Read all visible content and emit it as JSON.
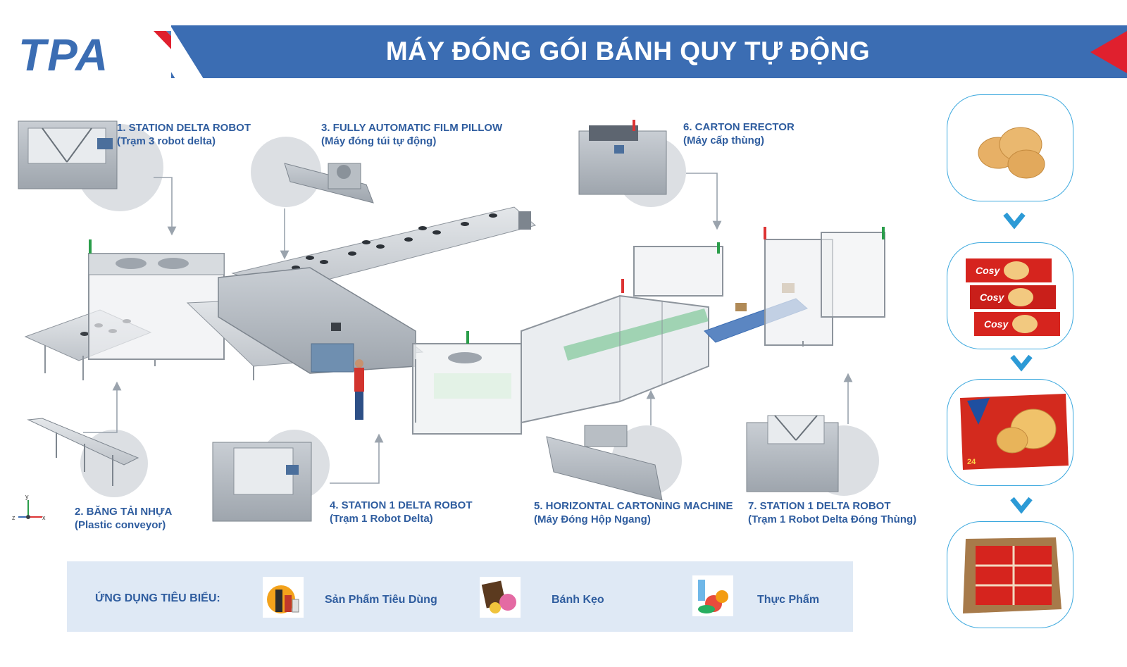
{
  "header": {
    "brand": "TPA",
    "title": "MÁY ĐÓNG GÓI BÁNH QUY TỰ ĐỘNG"
  },
  "stations": [
    {
      "en": "1. STATION DELTA ROBOT",
      "vi": "(Trạm 3 robot delta)"
    },
    {
      "en": "2. BĂNG TẢI NHỰA",
      "vi": "(Plastic conveyor)"
    },
    {
      "en": "3. FULLY AUTOMATIC FILM PILLOW",
      "vi": "(Máy đóng túi tự động)"
    },
    {
      "en": "4. STATION 1 DELTA ROBOT",
      "vi": "(Trạm 1 Robot Delta)"
    },
    {
      "en": "5. HORIZONTAL CARTONING MACHINE",
      "vi": "(Máy Đóng Hộp Ngang)"
    },
    {
      "en": "6. CARTON ERECTOR",
      "vi": "(Máy cấp thùng)"
    },
    {
      "en": "7. STATION 1 DELTA ROBOT",
      "vi": "(Trạm 1 Robot Delta Đóng Thùng)"
    }
  ],
  "axes": {
    "y": "y",
    "z": "z",
    "x": "x"
  },
  "products": [
    {
      "name": "biscuits-raw"
    },
    {
      "name": "biscuit-packs",
      "label": "Cosy"
    },
    {
      "name": "biscuit-box",
      "label": "24"
    },
    {
      "name": "carton-box"
    }
  ],
  "applications": {
    "heading": "ỨNG DỤNG TIÊU BIỂU:",
    "items": [
      {
        "label": "Sản Phẩm Tiêu Dùng",
        "icon": "consumer-products-icon"
      },
      {
        "label": "Bánh Kẹo",
        "icon": "confectionery-icon"
      },
      {
        "label": "Thực Phẩm",
        "icon": "food-icon"
      }
    ]
  },
  "colors": {
    "brand_blue": "#3b6db3",
    "accent_red": "#e0202e",
    "label_blue": "#2f5d9f",
    "ring_blue": "#3ba8de",
    "app_bar": "#dfe9f5"
  }
}
